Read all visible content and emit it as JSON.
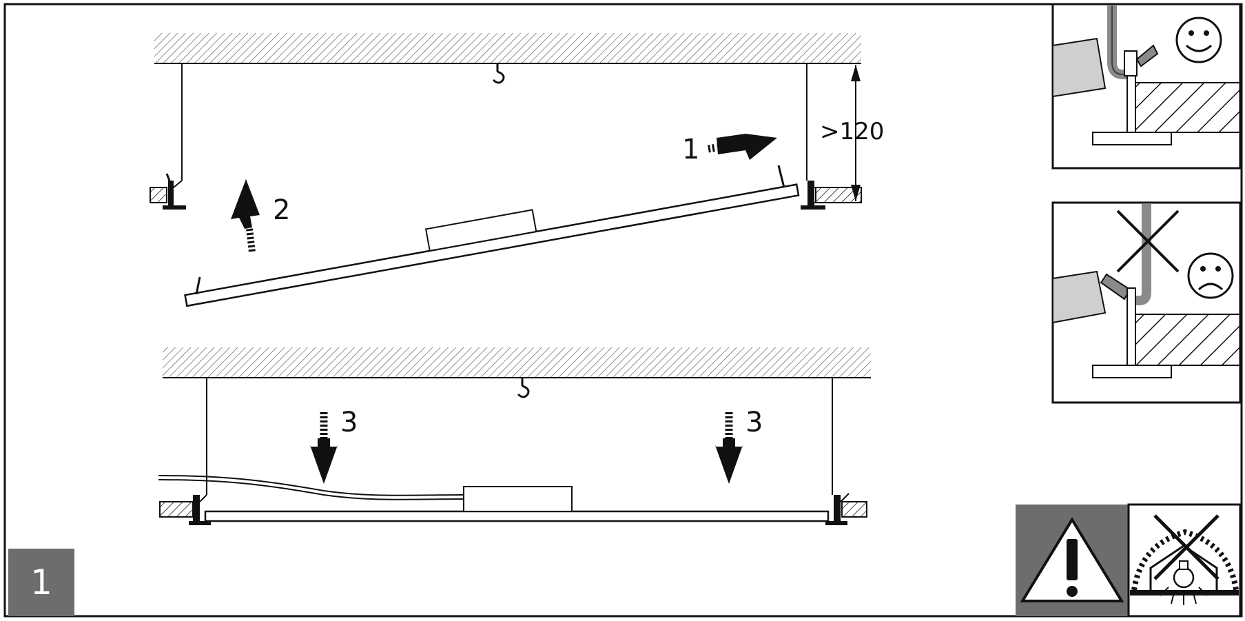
{
  "step_badge": "1",
  "labels": {
    "step_1": "1",
    "step_2": "2",
    "step_3_left": "3",
    "step_3_right": "3",
    "clearance": ">120"
  },
  "colors": {
    "line": "#111111",
    "badge": "#6d6d70",
    "panel_grey": "#cfcfcf",
    "rod_grey": "#8a8a8a"
  },
  "icons": [
    "hook-icon",
    "arrow-right-icon",
    "arrow-up-icon",
    "arrow-down-icon",
    "smiley-happy-icon",
    "smiley-sad-icon",
    "cross-icon",
    "warning-triangle-icon",
    "no-insulation-cover-icon",
    "light-bulb-icon"
  ]
}
